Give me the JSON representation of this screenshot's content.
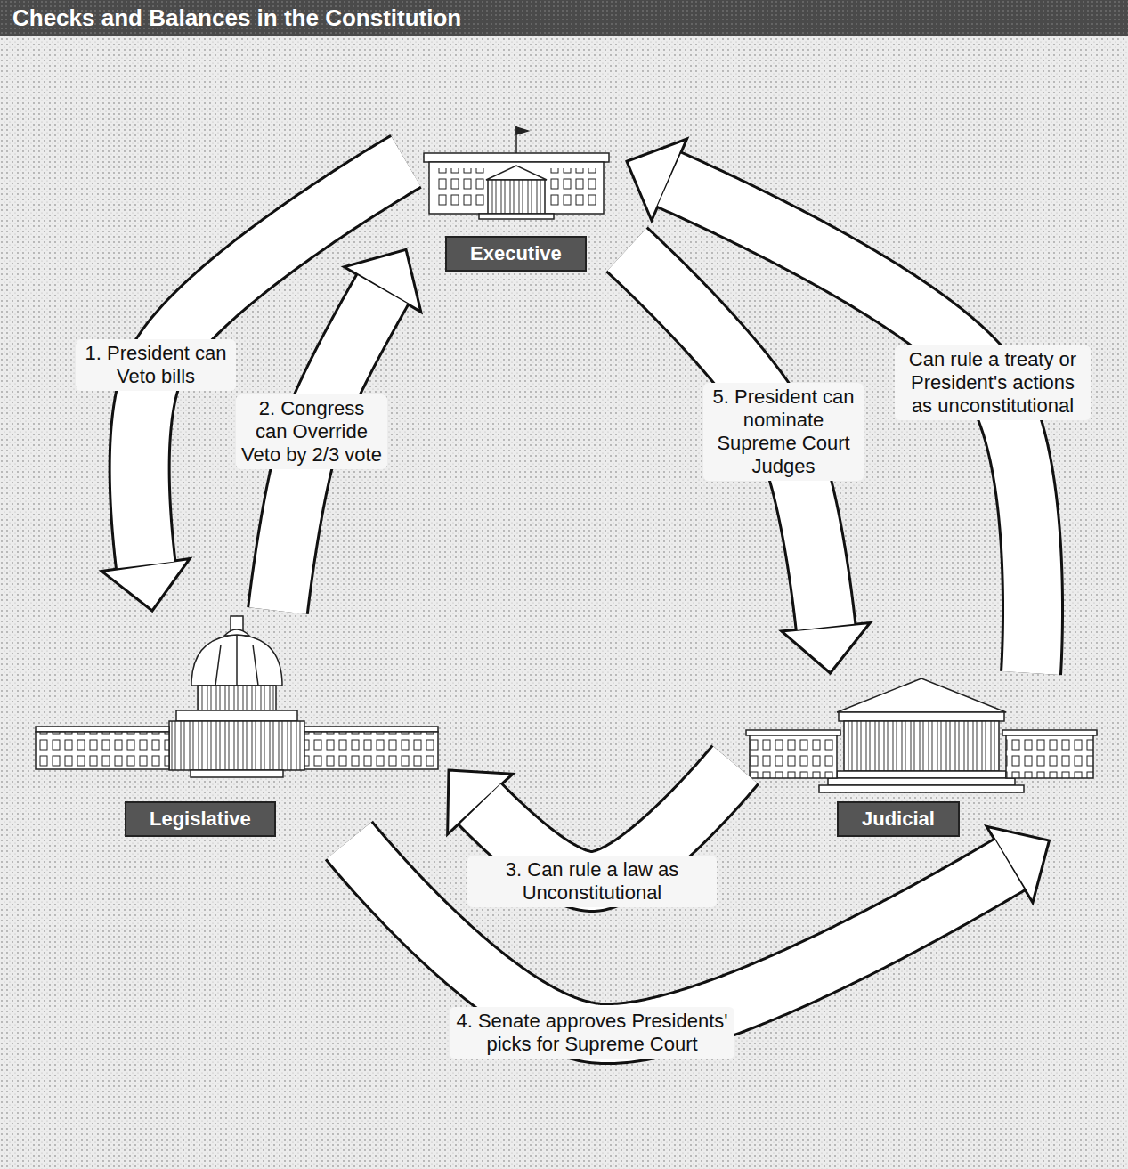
{
  "diagram": {
    "title": "Checks and Balances in the Constitution",
    "nodes": [
      {
        "text": [
          "Executive"
        ]
      },
      {
        "text": [
          "Legislative"
        ]
      },
      {
        "text": [
          "Judicial"
        ]
      }
    ],
    "edges": [
      {
        "from": 0,
        "to": 1,
        "arrow": "to",
        "label": "1. President can Veto bills"
      },
      {
        "from": 1,
        "to": 0,
        "arrow": "to",
        "label": "2. Congress can Override Veto by 2/3 vote"
      },
      {
        "from": 2,
        "to": 1,
        "arrow": "to",
        "label": "3. Can rule a law as Unconstitutional"
      },
      {
        "from": 1,
        "to": 2,
        "arrow": "to",
        "label": "4. Senate approves Presidents' picks for Supreme Court"
      },
      {
        "from": 0,
        "to": 2,
        "arrow": "to",
        "label": "5. President can nominate Supreme Court Judges"
      },
      {
        "from": 2,
        "to": 0,
        "arrow": "to",
        "label": "Can rule a treaty or President's actions as unconstitutional"
      }
    ]
  }
}
